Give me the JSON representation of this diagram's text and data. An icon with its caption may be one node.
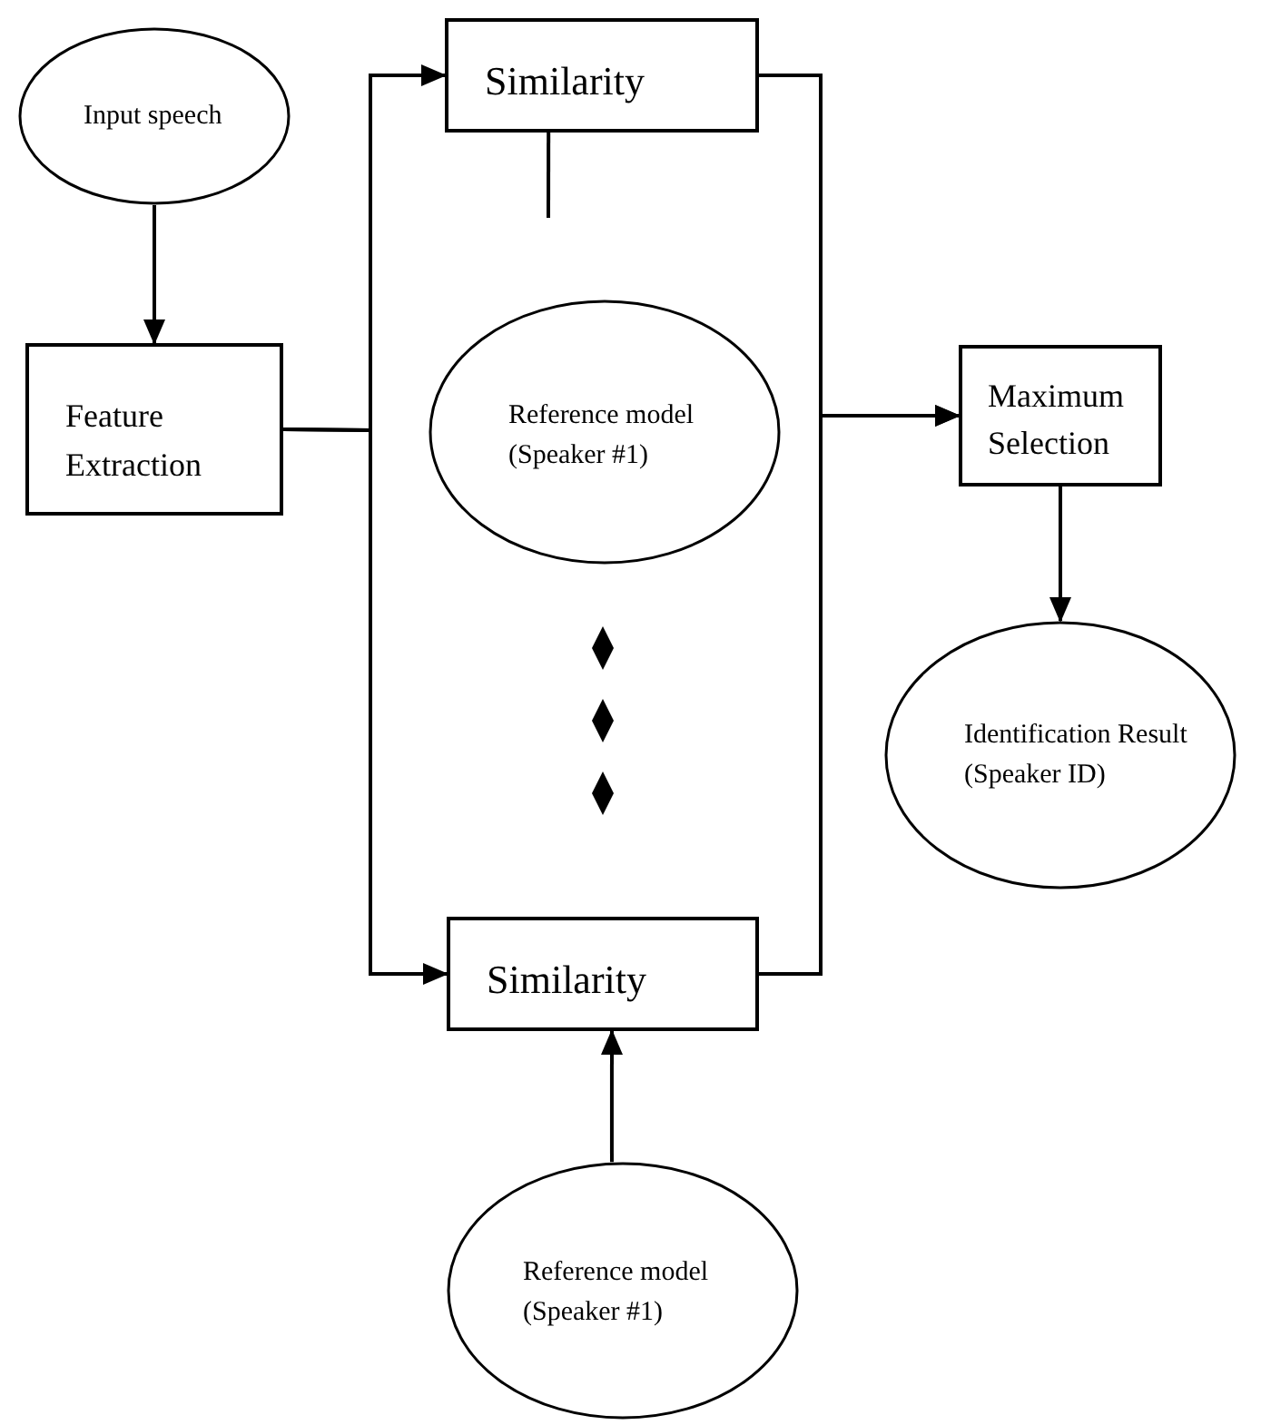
{
  "diagram": {
    "nodes": [
      {
        "text": [
          "Input speech"
        ]
      },
      {
        "text": [
          "Feature Extraction"
        ]
      },
      {
        "text": [
          "Similarity"
        ]
      },
      {
        "text": [
          "Reference model (Speaker #1)"
        ]
      },
      {
        "text": [
          "Similarity"
        ]
      },
      {
        "text": [
          "Reference model (Speaker #1)"
        ]
      },
      {
        "text": [
          "Maximum Selection"
        ]
      },
      {
        "text": [
          "Identification Result (Speaker ID)"
        ]
      }
    ],
    "edges": [
      {
        "from": 0,
        "to": 1,
        "arrow": "to"
      },
      {
        "from": 1,
        "to": 2,
        "arrow": "to"
      },
      {
        "from": 1,
        "to": 4,
        "arrow": "to"
      },
      {
        "from": 2,
        "to": 6,
        "arrow": "to"
      },
      {
        "from": 4,
        "to": 6,
        "arrow": "to"
      },
      {
        "from": 2,
        "to": null,
        "arrow": "none"
      },
      {
        "from": 5,
        "to": 4,
        "arrow": "to"
      },
      {
        "from": 6,
        "to": 7,
        "arrow": "to"
      }
    ]
  }
}
